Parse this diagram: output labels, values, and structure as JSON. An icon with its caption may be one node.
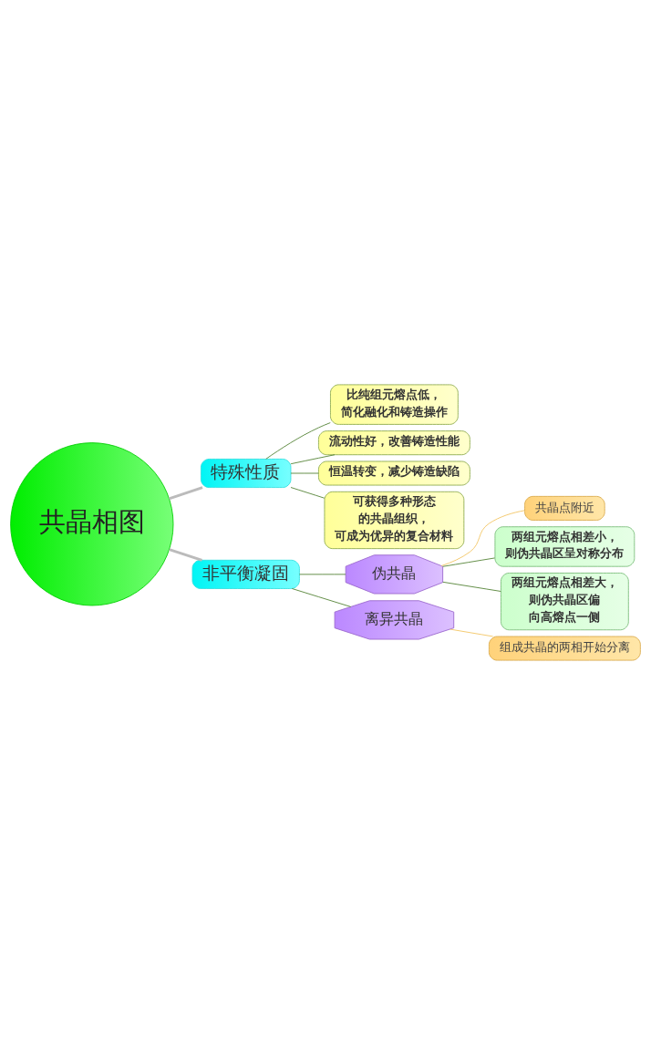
{
  "diagram": {
    "nodes": [
      {
        "text": [
          "共晶相图"
        ]
      },
      {
        "text": [
          "特殊性质"
        ]
      },
      {
        "text": [
          "比纯组元熔点低，简化融化和铸造操作"
        ]
      },
      {
        "text": [
          "流动性好，改善铸造性能"
        ]
      },
      {
        "text": [
          "恒温转变，减少铸造缺陷"
        ]
      },
      {
        "text": [
          "可获得多种形态的共晶组织，可成为优异的复合材料"
        ]
      },
      {
        "text": [
          "非平衡凝固"
        ]
      },
      {
        "text": [
          "伪共晶"
        ]
      },
      {
        "text": [
          "共晶点附近"
        ]
      },
      {
        "text": [
          "两组元熔点相差小，则伪共晶区呈对称分布"
        ]
      },
      {
        "text": [
          "两组元熔点相差大，则伪共晶区偏向高熔点一侧"
        ]
      },
      {
        "text": [
          "离异共晶"
        ]
      },
      {
        "text": [
          "组成共晶的两相开始分离"
        ]
      }
    ],
    "edges": [
      {
        "from": 0,
        "to": 1,
        "arrow": "none",
        "style": "thick",
        "color": "#bbbbbb"
      },
      {
        "from": 1,
        "to": 2,
        "arrow": "none"
      },
      {
        "from": 1,
        "to": 3,
        "arrow": "none"
      },
      {
        "from": 1,
        "to": 4,
        "arrow": "none"
      },
      {
        "from": 1,
        "to": 5,
        "arrow": "none"
      },
      {
        "from": 0,
        "to": 6,
        "arrow": "none",
        "style": "thick",
        "color": "#bbbbbb"
      },
      {
        "from": 6,
        "to": 7,
        "arrow": "none"
      },
      {
        "from": 7,
        "to": 8,
        "arrow": "none",
        "color": "#f2c35e"
      },
      {
        "from": 7,
        "to": 9,
        "arrow": "none"
      },
      {
        "from": 7,
        "to": 10,
        "arrow": "none"
      },
      {
        "from": 6,
        "to": 11,
        "arrow": "none"
      },
      {
        "from": 11,
        "to": 12,
        "arrow": "none",
        "color": "#f2c35e"
      }
    ]
  }
}
